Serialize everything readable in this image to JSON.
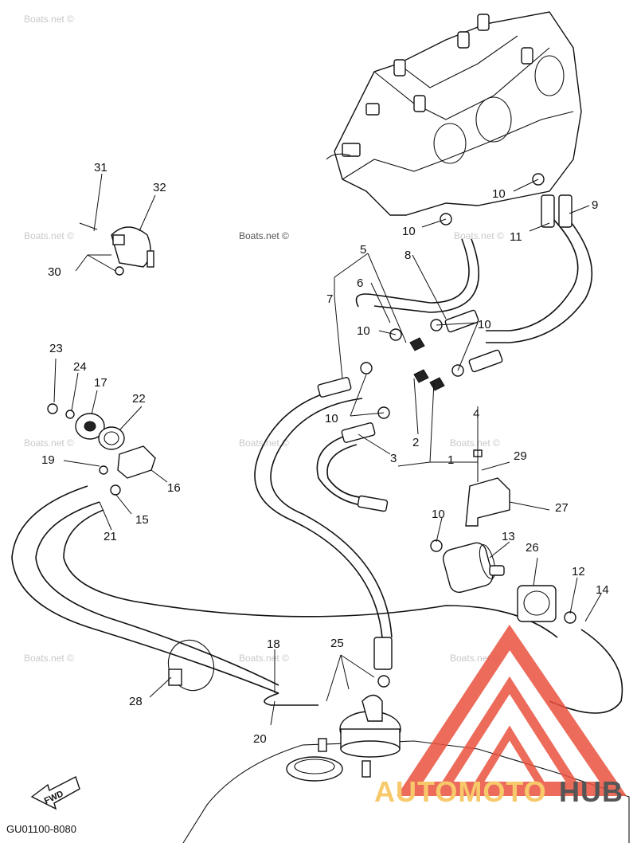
{
  "watermark": "Boats.net ©",
  "diagram_code": "GU01100-8080",
  "fwd_label": "FWD",
  "brand": {
    "part1": "AUTOMOTO",
    "part2": "HUB",
    "color1": "#f7c96a",
    "color2": "#555555",
    "logo_color": "#e9523f"
  },
  "callouts": [
    "1",
    "2",
    "3",
    "4",
    "5",
    "6",
    "7",
    "8",
    "9",
    "10",
    "10",
    "10",
    "10",
    "10",
    "10",
    "10",
    "11",
    "12",
    "13",
    "14",
    "15",
    "16",
    "17",
    "18",
    "19",
    "20",
    "21",
    "22",
    "23",
    "24",
    "25",
    "26",
    "27",
    "28",
    "29",
    "30",
    "31",
    "32"
  ]
}
